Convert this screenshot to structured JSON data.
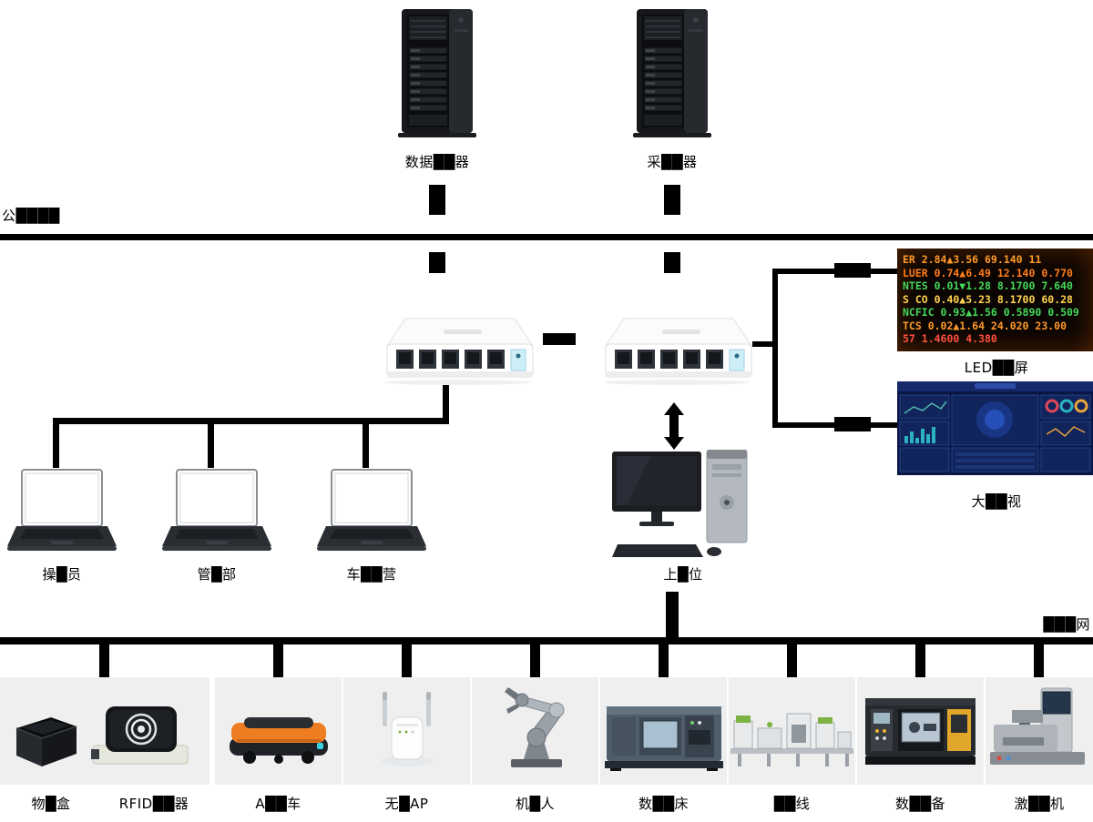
{
  "sections": {
    "office_network_label": "公████",
    "workshop_network_label": "███网"
  },
  "servers": {
    "server1_label": "数据██器",
    "server2_label": "采██器"
  },
  "displays": {
    "led_label": "LED██屏",
    "tv_label": "大██视"
  },
  "led": {
    "rows": [
      "ER 2.84▲3.56 69.140 11",
      "LUER 0.74▲6.49 12.140 0.770",
      "NTES 0.01▼1.28 8.1700 7.640",
      "S CO 0.40▲5.23 8.1700 60.28",
      "NCFIC 0.93▲1.56 0.5890 0.509",
      "TCS 0.02▲1.64 24.020 23.00",
      "57 1.4600 4.380"
    ]
  },
  "clients": {
    "laptop1_label": "操█员",
    "laptop2_label": "管█部",
    "laptop3_label": "车██营",
    "workstation_label": "上█位"
  },
  "equipment": {
    "labels": [
      "物█盒",
      "RFID██器",
      "A██车",
      "无█AP",
      "机█人",
      "数██床",
      "██线",
      "数██备",
      "激██机"
    ]
  }
}
